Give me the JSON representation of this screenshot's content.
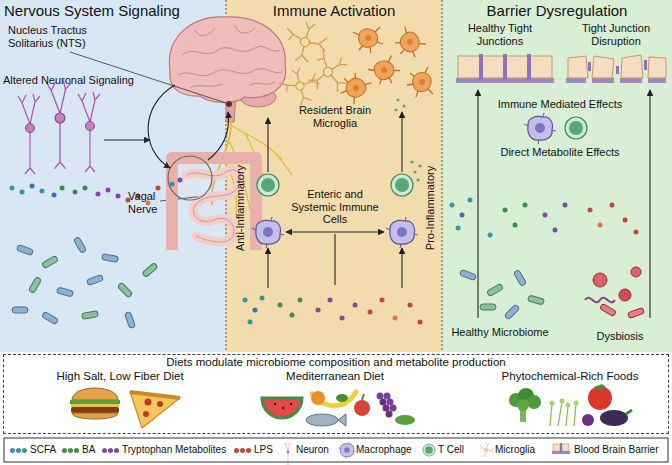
{
  "diagram": {
    "nodes": [
      {
        "text": [
          "Nervous System Signaling"
        ]
      },
      {
        "text": [
          "Immune Activation"
        ]
      },
      {
        "text": [
          "Barrier Dysregulation"
        ]
      },
      {
        "text": [
          "Diets modulate microbiome composition and metabolite production"
        ]
      }
    ],
    "labels": [
      "Nucleus Tractus Solitarius (NTS)",
      "Altered Neuronal Signaling",
      "Vagal Nerve",
      "Resident Brain Microglia",
      "Anti-Inflammatory",
      "Enteric and Systemic Immune Cells",
      "Pro-Inflammatory",
      "Healthy Tight Junctions",
      "Tight Junction Disruption",
      "Immune Mediated Effects",
      "Direct Metabolite Effects",
      "Healthy Microbiome",
      "Dysbiosis",
      "High Salt, Low Fiber Diet",
      "Mediterranean Diet",
      "Phytochemical-Rich Foods"
    ],
    "legend": [
      {
        "text": "SCFA",
        "color": "#2e9aa0"
      },
      {
        "text": "BA",
        "color": "#3e8e4a"
      },
      {
        "text": "Tryptophan Metabolites",
        "color": "#7d4ba0"
      },
      {
        "text": "LPS",
        "color": "#c4453e"
      },
      {
        "text": "Neuron"
      },
      {
        "text": "Macrophage"
      },
      {
        "text": "T Cell"
      },
      {
        "text": "Microglia"
      },
      {
        "text": "Blood Brain Barrier"
      }
    ]
  }
}
